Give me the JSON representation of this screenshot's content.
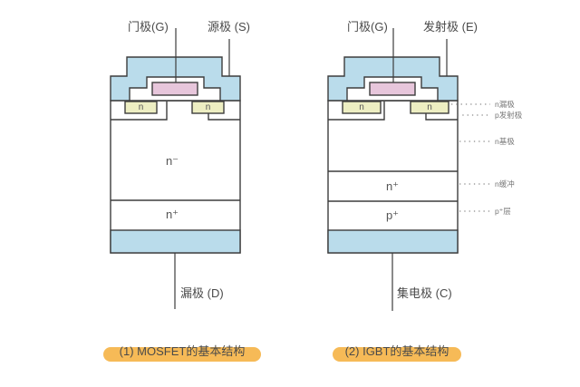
{
  "colors": {
    "metal_blue": "#badceb",
    "n_region_yellow": "#edeec2",
    "gate_pink": "#e7c6db",
    "line": "#3d3d3d",
    "text_dark": "#4a4a4a",
    "highlight_yellow": "#f5b64e"
  },
  "mosfet": {
    "gate_label": "门极(G)",
    "source_label": "源极 (S)",
    "drain_label": "漏极 (D)",
    "regions": {
      "n_left": "n",
      "n_right": "n",
      "n_minus": "n⁻",
      "n_plus": "n⁺"
    },
    "caption": "(1) MOSFET的基本结构"
  },
  "igbt": {
    "gate_label": "门极(G)",
    "emitter_label": "发射极 (E)",
    "collector_label": "集电极 (C)",
    "regions": {
      "n_left": "n",
      "n_right": "n",
      "n_plus": "n⁺",
      "p_plus": "p⁺"
    },
    "side_labels": [
      {
        "text": "n漏极"
      },
      {
        "text": "p发射极"
      },
      {
        "text": "n基极"
      },
      {
        "text": "n缓冲"
      },
      {
        "text": "p⁺层"
      }
    ],
    "caption": "(2) IGBT的基本结构"
  }
}
